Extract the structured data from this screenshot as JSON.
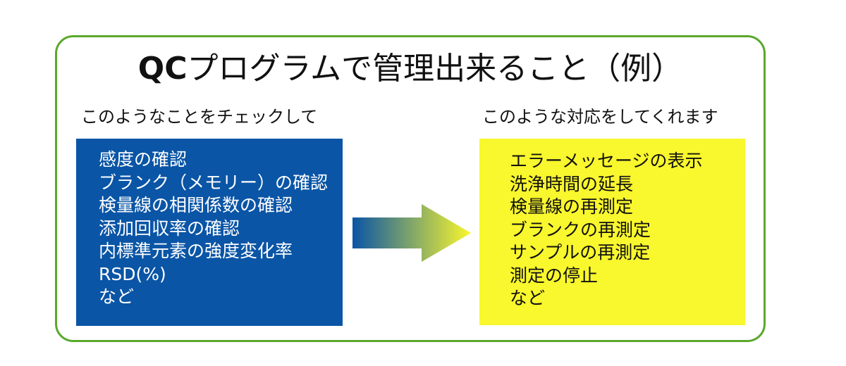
{
  "title": {
    "prefix": "QC",
    "rest": "プログラムで管理出来ること（例）"
  },
  "left": {
    "heading": "このようなことをチェックして",
    "items": [
      "感度の確認",
      "ブランク（メモリー）の確認",
      "検量線の相関係数の確認",
      "添加回収率の確認",
      "内標準元素の強度変化率",
      "RSD(%)",
      "など"
    ]
  },
  "right": {
    "heading": "このような対応をしてくれます",
    "items": [
      "エラーメッセージの表示",
      "洗浄時間の延長",
      "検量線の再測定",
      "ブランクの再測定",
      "サンプルの再測定",
      "測定の停止",
      "など"
    ]
  },
  "colors": {
    "frame_border": "#5aa82c",
    "left_panel": "#0a55a6",
    "right_panel": "#f9f72d",
    "arrow_start": "#0a55a6",
    "arrow_end": "#f9f72d"
  }
}
